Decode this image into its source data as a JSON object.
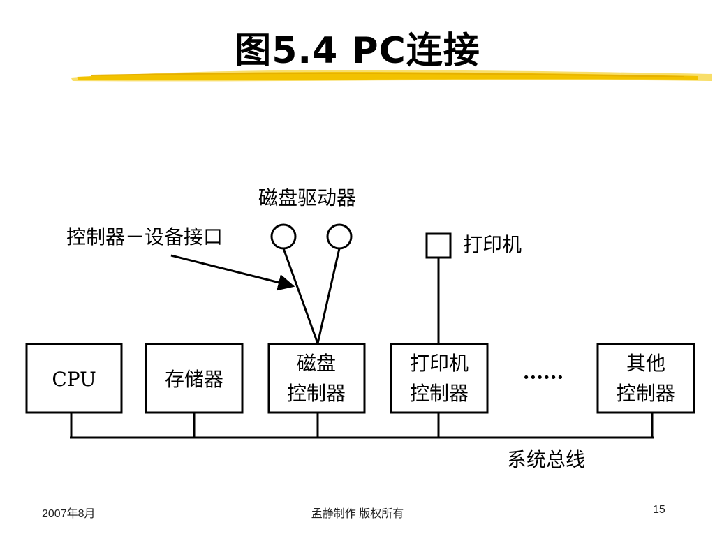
{
  "slide": {
    "title": "图5.4 PC连接"
  },
  "diagram": {
    "labels": {
      "disk_drive": "磁盘驱动器",
      "controller_interface": "控制器－设备接口",
      "printer": "打印机",
      "system_bus": "系统总线",
      "ellipsis": "······"
    },
    "boxes": [
      {
        "id": "cpu",
        "lines": [
          "CPU"
        ]
      },
      {
        "id": "memory",
        "lines": [
          "存储器"
        ]
      },
      {
        "id": "disk-controller",
        "lines": [
          "磁盘",
          "控制器"
        ]
      },
      {
        "id": "printer-controller",
        "lines": [
          "打印机",
          "控制器"
        ]
      },
      {
        "id": "other-controller",
        "lines": [
          "其他",
          "控制器"
        ]
      }
    ]
  },
  "footer": {
    "date": "2007年8月",
    "author": "孟静制作 版权所有",
    "page": "15"
  },
  "colors": {
    "underline": "#f2c200",
    "underline_light": "#f8de6a",
    "line": "#000000"
  }
}
